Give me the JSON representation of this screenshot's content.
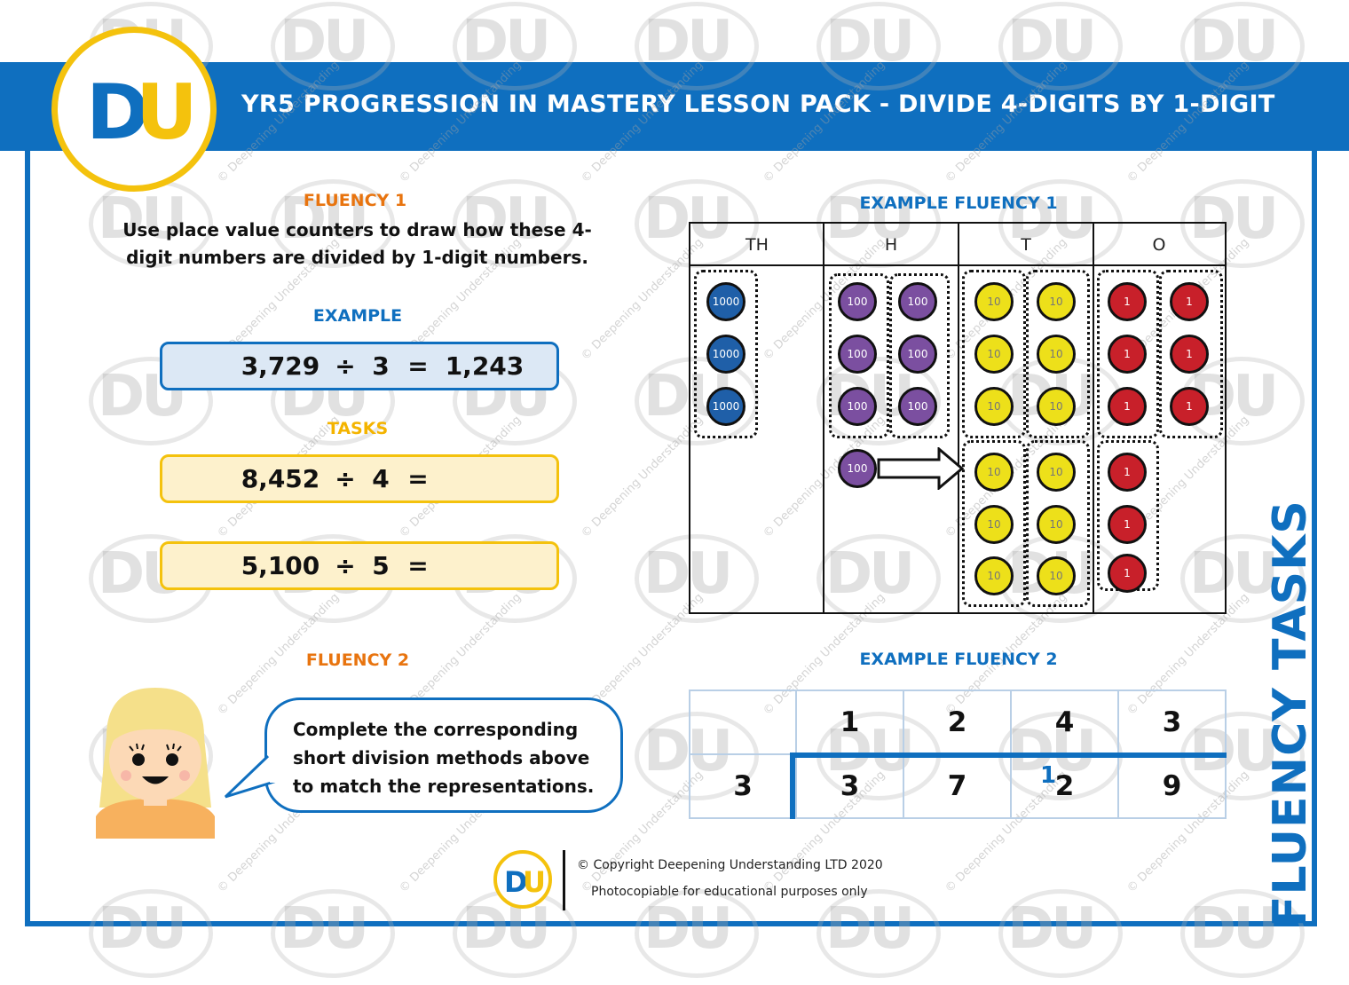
{
  "header": {
    "title": "YR5 PROGRESSION IN MASTERY LESSON PACK - DIVIDE 4-DIGITS BY 1-DIGIT",
    "logo_text_d": "D",
    "logo_text_u": "U"
  },
  "watermark": {
    "mark": "DU",
    "text": "© Deepening Understanding"
  },
  "fluency1": {
    "heading": "FLUENCY 1",
    "instruction": "Use place value counters to draw how these 4-digit numbers are divided by 1-digit numbers.",
    "example_heading": "EXAMPLE",
    "example": {
      "dividend": "3,729",
      "op": "÷",
      "divisor": "3",
      "eq": "=",
      "answer": "1,243"
    },
    "tasks_heading": "TASKS",
    "tasks": [
      {
        "dividend": "8,452",
        "op": "÷",
        "divisor": "4",
        "eq": "="
      },
      {
        "dividend": "5,100",
        "op": "÷",
        "divisor": "5",
        "eq": "="
      }
    ]
  },
  "example_fluency1": {
    "heading": "EXAMPLE FLUENCY 1",
    "columns": [
      "TH",
      "H",
      "T",
      "O"
    ],
    "counter_labels": {
      "thousands": "1000",
      "hundreds": "100",
      "tens": "10",
      "ones": "1"
    }
  },
  "fluency2": {
    "heading": "FLUENCY 2",
    "speech": "Complete the corresponding short division methods above to match the representations."
  },
  "example_fluency2": {
    "heading": "EXAMPLE FLUENCY 2",
    "quotient": [
      "1",
      "2",
      "4",
      "3"
    ],
    "divisor": "3",
    "dividend": [
      "3",
      "7",
      "2",
      "9"
    ],
    "carry": "1"
  },
  "footer": {
    "copyright": "© Copyright Deepening Understanding LTD 2020",
    "photocopiable": "Photocopiable for educational purposes only",
    "logo_d": "D",
    "logo_u": "U"
  },
  "side_label": "FLUENCY TASKS",
  "colors": {
    "brand_blue": "#0f6fbf",
    "brand_yellow": "#f4c20d",
    "heading_orange": "#e8740f",
    "thousands": "#1f5fa8",
    "hundreds": "#7b4fa0",
    "tens": "#ede01a",
    "ones": "#c8202a"
  }
}
